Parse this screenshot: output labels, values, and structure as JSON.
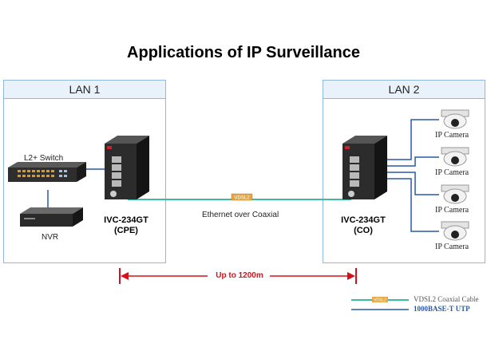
{
  "title": "Applications of IP Surveillance",
  "lan1": {
    "label": "LAN 1"
  },
  "lan2": {
    "label": "LAN 2"
  },
  "switch": {
    "label": "L2+ Switch"
  },
  "nvr": {
    "label": "NVR"
  },
  "cpe": {
    "model": "IVC-234GT",
    "role": "(CPE)"
  },
  "co": {
    "model": "IVC-234GT",
    "role": "(CO)"
  },
  "link": {
    "tag": "VDSL2",
    "label": "Ethernet over Coaxial"
  },
  "distance": {
    "label": "Up to 1200m"
  },
  "cameras": [
    "IP Camera",
    "IP Camera",
    "IP Camera",
    "IP Camera"
  ],
  "legend": {
    "coax_tag": "VDSL2",
    "coax_label": "VDSL2 Coaxial Cable",
    "utp_label": "1000BASE-T UTP"
  },
  "colors": {
    "coax": "#3fb9a0",
    "utp": "#2a58a6",
    "distance": "#d6101a",
    "lan_border": "#8fb8dc",
    "vdsl_tag": "#e0a84a"
  }
}
